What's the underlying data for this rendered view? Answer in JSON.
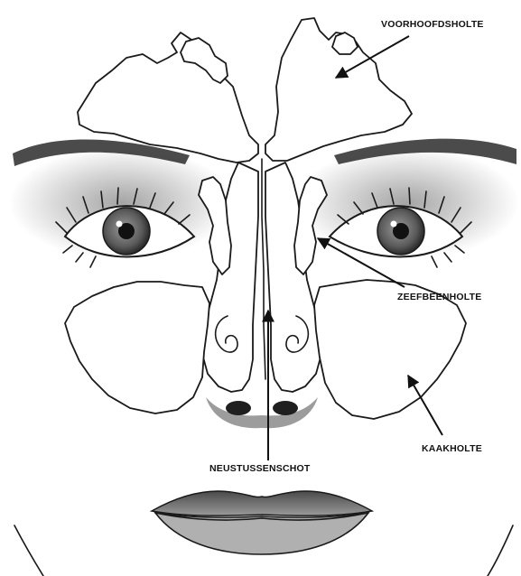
{
  "labels": {
    "frontal_sinus": "VOORHOOFDSHOLTE",
    "ethmoid_sinus": "ZEEFBEENHOLTE",
    "maxillary_sinus": "KAAKHOLTE",
    "nasal_septum": "NEUSTUSSENSCHOT"
  },
  "colors": {
    "ink": "#1a1a1a",
    "shading": "#6e6e6e",
    "background": "#ffffff"
  }
}
